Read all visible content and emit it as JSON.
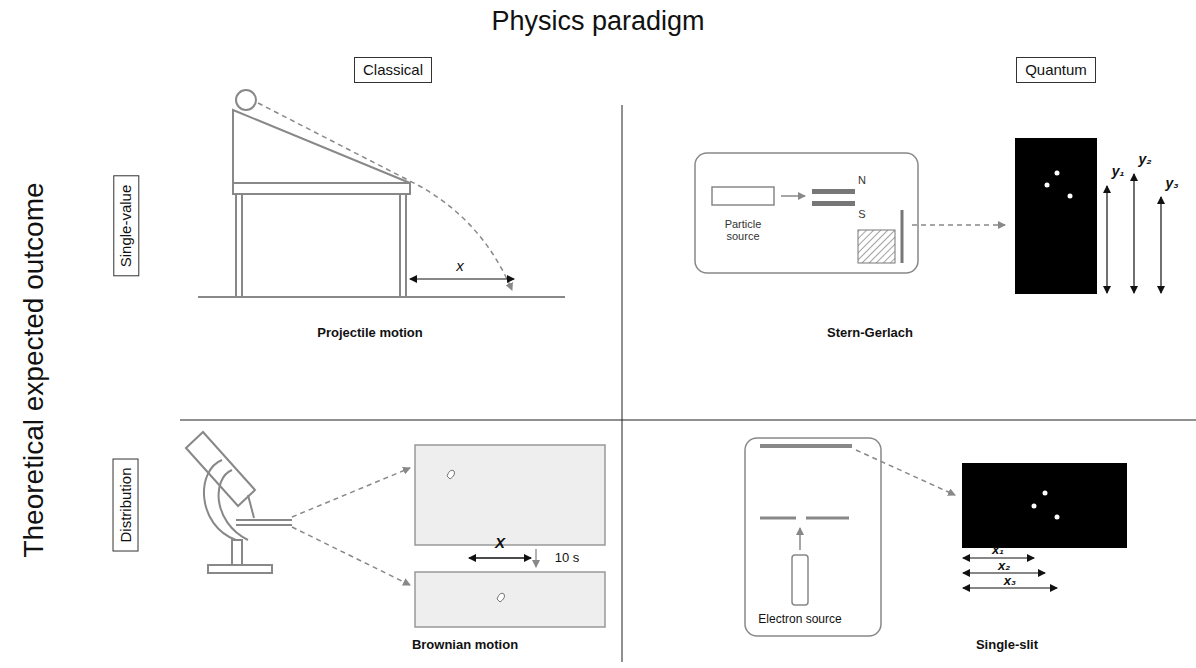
{
  "diagram": {
    "title": "Physics paradigm",
    "nodes": [
      {
        "text": [
          "Classical"
        ]
      },
      {
        "text": [
          "Quantum"
        ]
      },
      {
        "text": [
          "Single-value"
        ]
      },
      {
        "text": [
          "Distribution"
        ]
      }
    ],
    "labels": [
      "Theoretical expected outcome",
      "x",
      "Projectile motion",
      "Particle source",
      "N",
      "S",
      "y₁",
      "y₂",
      "y₃",
      "Stern-Gerlach",
      "X",
      "10 s",
      "Brownian motion",
      "Electron source",
      "x₁",
      "x₂",
      "x₃",
      "Single-slit"
    ]
  }
}
